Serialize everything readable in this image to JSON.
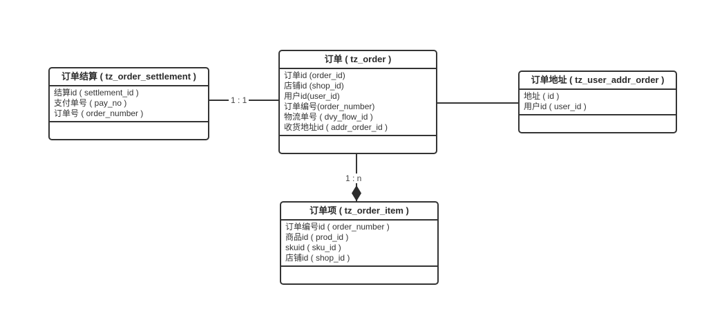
{
  "diagram": {
    "background": "#ffffff",
    "line_color": "#333333",
    "text_color": "#333333",
    "entities": [
      {
        "id": "order",
        "title": "订单 ( tz_order )",
        "fields": [
          "订单id (order_id)",
          "店铺id (shop_id)",
          "用户id(user_id)",
          "订单编号(order_number)",
          "物流单号 ( dvy_flow_id )",
          "收货地址id ( addr_order_id )"
        ]
      },
      {
        "id": "order-settlement",
        "title": "订单结算 ( tz_order_settlement )",
        "fields": [
          "结算id ( settlement_id )",
          "支付单号 ( pay_no )",
          "订单号 ( order_number )"
        ]
      },
      {
        "id": "user-addr-order",
        "title": "订单地址 ( tz_user_addr_order )",
        "fields": [
          "地址 ( id )",
          "用户id ( user_id )"
        ]
      },
      {
        "id": "order-item",
        "title": "订单项 ( tz_order_item )",
        "fields": [
          "订单编号id ( order_number )",
          "商品id ( prod_id )",
          "skuid ( sku_id )",
          "店铺id ( shop_id )"
        ]
      }
    ],
    "connectors": [
      {
        "from": "order-settlement",
        "to": "order",
        "label": "1 : 1",
        "arrow": "none"
      },
      {
        "from": "order",
        "to": "user-addr-order",
        "label": "",
        "arrow": "none"
      },
      {
        "from": "order",
        "to": "order-item",
        "label": "1 : n",
        "arrow": "filled-diamond"
      }
    ]
  }
}
